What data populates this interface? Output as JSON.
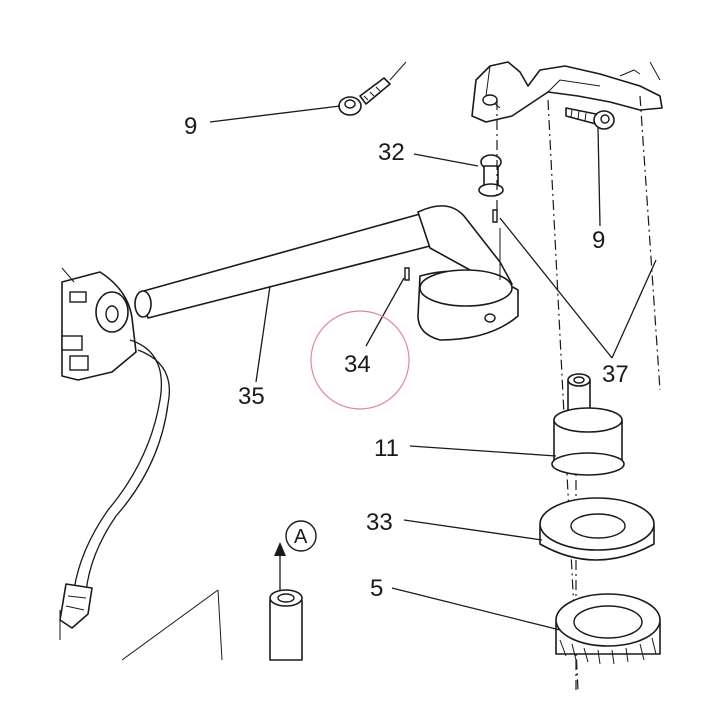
{
  "labels": {
    "p9_left": "9",
    "p32": "32",
    "p9_right": "9",
    "p37": "37",
    "p34": "34",
    "p35": "35",
    "p11": "11",
    "p33": "33",
    "p5": "5",
    "view_a": "A"
  },
  "colors": {
    "line": "#1a1a1a",
    "highlight_circle": "#d98b94",
    "background": "#ffffff"
  }
}
